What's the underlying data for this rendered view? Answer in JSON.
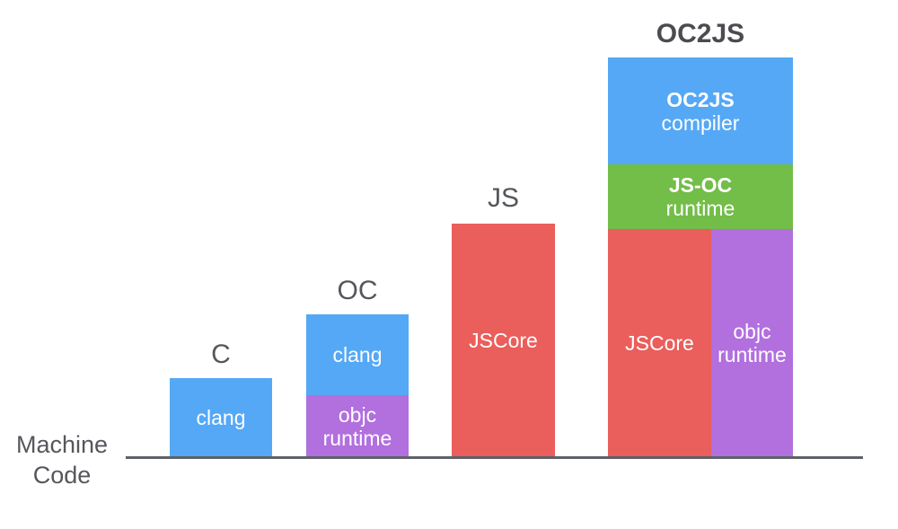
{
  "axis": {
    "baseline_label_line1": "Machine",
    "baseline_label_line2": "Code"
  },
  "columns": [
    {
      "title": "C",
      "blocks": [
        {
          "label": "clang",
          "color": "#55a8f5"
        }
      ]
    },
    {
      "title": "OC",
      "blocks": [
        {
          "label": "clang",
          "color": "#55a8f5"
        },
        {
          "label_line1": "objc",
          "label_line2": "runtime",
          "color": "#b26fde"
        }
      ]
    },
    {
      "title": "JS",
      "blocks": [
        {
          "label": "JSCore",
          "color": "#ea5e5b"
        }
      ]
    },
    {
      "title": "OC2JS",
      "blocks": [
        {
          "label_bold": "OC2JS",
          "label": "compiler",
          "color": "#55a8f5"
        },
        {
          "label_bold": "JS-OC",
          "label": "runtime",
          "color": "#73bd49"
        },
        {
          "label": "JSCore",
          "color": "#ea5e5b"
        },
        {
          "label_line1": "objc",
          "label_line2": "runtime",
          "color": "#b26fde"
        }
      ]
    }
  ]
}
